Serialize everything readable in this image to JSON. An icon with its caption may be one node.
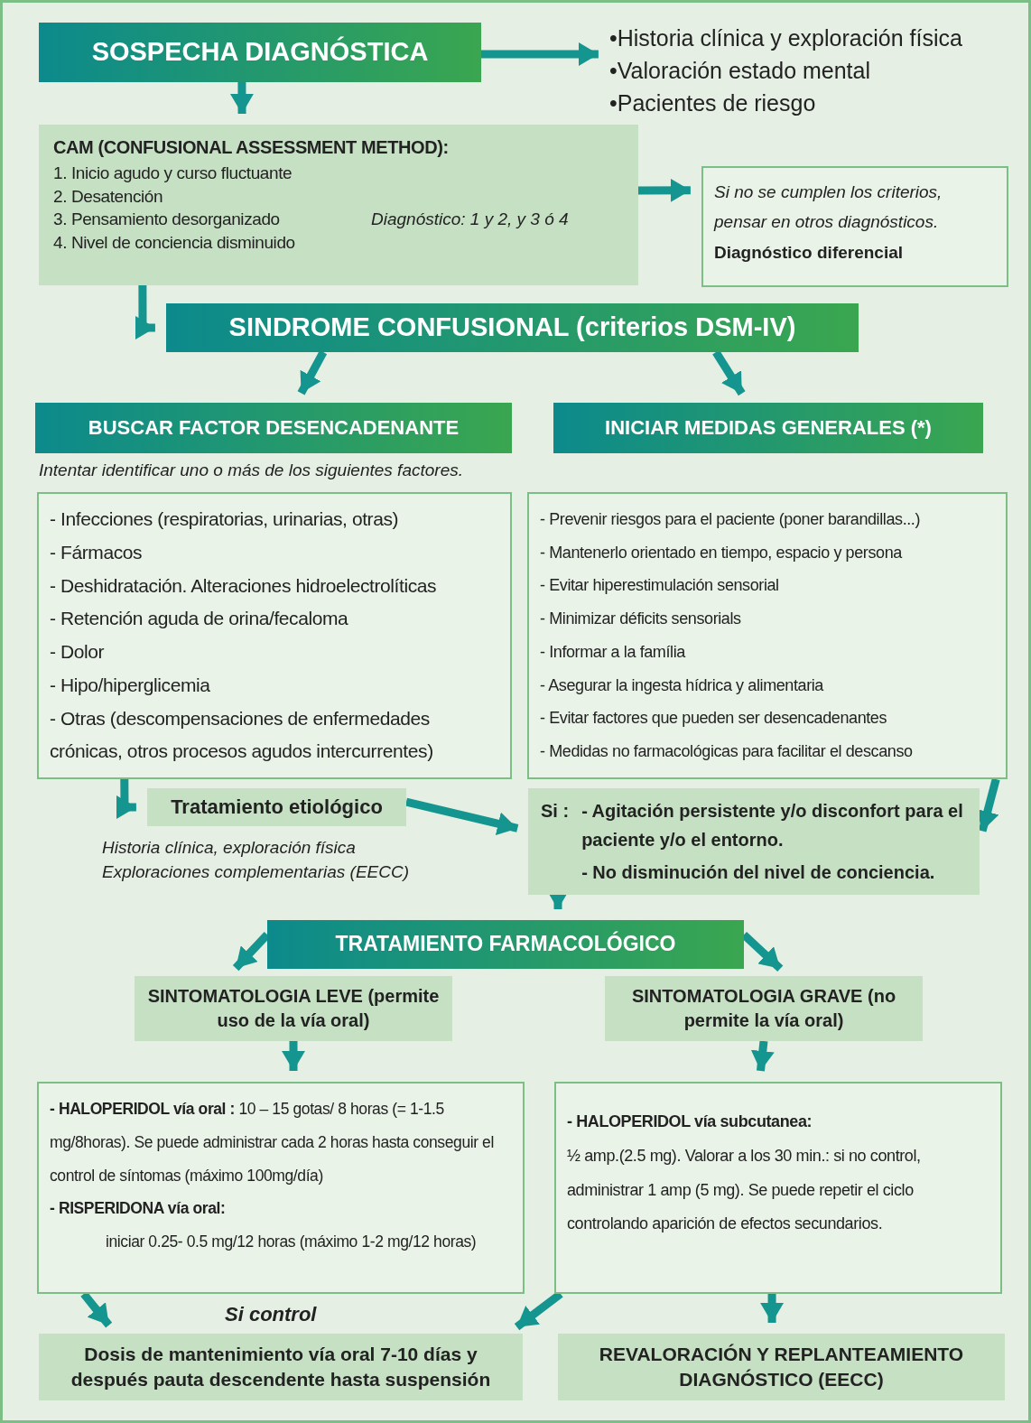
{
  "diagram": {
    "nodes": [
      {
        "text": [
          "SOSPECHA DIAGNÓSTICA"
        ]
      },
      {
        "text": [
          "•Historia clínica y exploración física",
          "•Valoración estado mental",
          "•Pacientes de riesgo"
        ]
      },
      {
        "text": [
          "CAM (CONFUSIONAL ASSESSMENT METHOD):",
          "1. Inicio agudo y curso fluctuante",
          "2. Desatención",
          "3. Pensamiento desorganizado",
          "4. Nivel de conciencia disminuido",
          "Diagnóstico: 1 y 2, y 3 ó 4"
        ]
      },
      {
        "text": [
          "Si no se cumplen los criterios, pensar en otros diagnósticos.",
          "Diagnóstico diferencial"
        ]
      },
      {
        "text": [
          "SINDROME CONFUSIONAL (criterios DSM-IV)"
        ]
      },
      {
        "text": [
          "BUSCAR FACTOR DESENCADENANTE"
        ],
        "beside": [
          "Intentar identificar uno o más de los siguientes factores."
        ]
      },
      {
        "text": [
          "INICIAR MEDIDAS GENERALES (*)"
        ]
      },
      {
        "text": [
          "- Infecciones (respiratorias, urinarias, otras)",
          "- Fármacos",
          "- Deshidratación. Alteraciones hidroelectrolíticas",
          "- Retención aguda de orina/fecaloma",
          "- Dolor",
          "- Hipo/hiperglicemia",
          "- Otras (descompensaciones de enfermedades crónicas, otros procesos agudos intercurrentes)"
        ]
      },
      {
        "text": [
          "- Prevenir riesgos para el paciente (poner barandillas...)",
          "- Mantenerlo orientado en tiempo, espacio y persona",
          "- Evitar hiperestimulación sensorial",
          "- Minimizar déficits sensorials",
          "- Informar a la família",
          "- Asegurar la ingesta hídrica y alimentaria",
          "- Evitar factores que pueden ser desencadenantes",
          "- Medidas no farmacológicas para facilitar el descanso"
        ]
      },
      {
        "text": [
          "Tratamiento etiológico"
        ],
        "beside": [
          "Historia clínica, exploración física",
          "Exploraciones complementarias (EECC)"
        ]
      },
      {
        "text": [
          "Si :",
          "- Agitación persistente y/o disconfort para el paciente y/o el entorno.",
          "- No disminución del nivel de conciencia."
        ]
      },
      {
        "text": [
          "TRATAMIENTO FARMACOLÓGICO"
        ]
      },
      {
        "text": [
          "SINTOMATOLOGIA LEVE (permite uso de la vía oral)"
        ]
      },
      {
        "text": [
          "SINTOMATOLOGIA GRAVE (no permite la vía oral)"
        ]
      },
      {
        "text": [
          "**- HALOPERIDOL vía oral :** 10 – 15 gotas/ 8 horas (= 1-1.5 mg/8horas). Se puede administrar cada 2 horas hasta conseguir el control de síntomas (máximo 100mg/día)",
          "- RISPERIDONA vía oral:",
          "iniciar 0.25- 0.5 mg/12 horas (máximo 1-2 mg/12 horas)"
        ]
      },
      {
        "text": [
          "- HALOPERIDOL vía subcutanea:",
          "½ amp.(2.5 mg). Valorar a los 30 min.: si no control, administrar 1 amp (5 mg). Se puede repetir el ciclo controlando aparición de efectos secundarios."
        ]
      },
      {
        "text": [
          "Dosis de mantenimiento vía oral 7-10 días y después pauta descendente hasta suspensión"
        ]
      },
      {
        "text": [
          "REVALORACIÓN Y REPLANTEAMIENTO DIAGNÓSTICO (EECC)"
        ]
      }
    ],
    "edges": [
      {
        "from": 0,
        "to": 1,
        "arrow": "to"
      },
      {
        "from": 0,
        "to": 2,
        "arrow": "to"
      },
      {
        "from": 2,
        "to": 3,
        "arrow": "to"
      },
      {
        "from": 2,
        "to": 4,
        "arrow": "to"
      },
      {
        "from": 4,
        "to": 5,
        "arrow": "to"
      },
      {
        "from": 4,
        "to": 6,
        "arrow": "to"
      },
      {
        "from": 7,
        "to": 9,
        "arrow": "to"
      },
      {
        "from": 9,
        "to": 10,
        "arrow": "to"
      },
      {
        "from": 8,
        "to": 10,
        "arrow": "to"
      },
      {
        "from": 10,
        "to": 11,
        "arrow": "to"
      },
      {
        "from": 11,
        "to": 12,
        "arrow": "to"
      },
      {
        "from": 11,
        "to": 13,
        "arrow": "to"
      },
      {
        "from": 12,
        "to": 14,
        "arrow": "to"
      },
      {
        "from": 13,
        "to": 15,
        "arrow": "to"
      },
      {
        "from": 14,
        "to": 16,
        "arrow": "to"
      },
      {
        "from": 15,
        "to": 16,
        "arrow": "to"
      },
      {
        "from": 15,
        "to": 17,
        "arrow": "to"
      }
    ],
    "labels": [
      "Si control"
    ]
  }
}
